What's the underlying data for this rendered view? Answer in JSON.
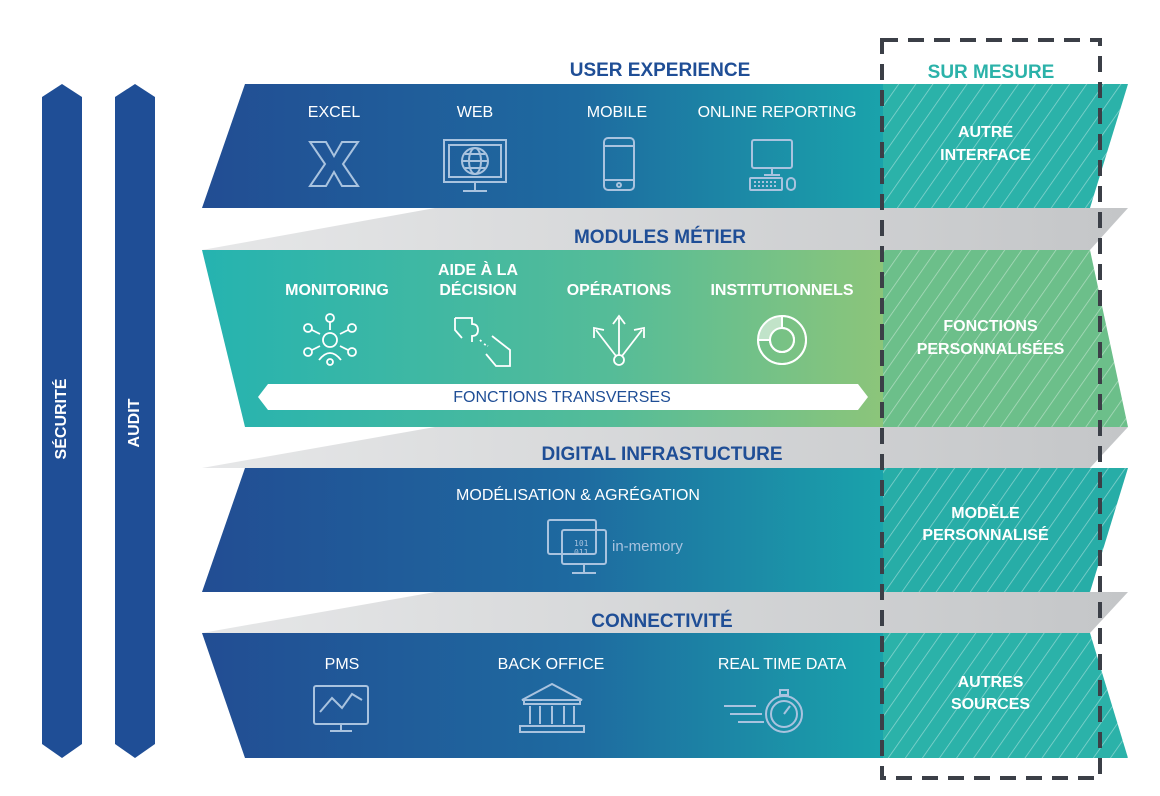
{
  "pillars": {
    "security": "SÉCURITÉ",
    "audit": "AUDIT"
  },
  "sur_mesure_title": "SUR MESURE",
  "layers": {
    "user_experience": {
      "title": "USER EXPERIENCE",
      "items": [
        "EXCEL",
        "WEB",
        "MOBILE",
        "ONLINE REPORTING"
      ],
      "custom": [
        "AUTRE",
        "INTERFACE"
      ]
    },
    "modules_metier": {
      "title": "MODULES MÉTIER",
      "items": [
        "MONITORING",
        "AIDE À LA",
        "DÉCISION",
        "OPÉRATIONS",
        "INSTITUTIONNELS"
      ],
      "transverse": "FONCTIONS TRANSVERSES",
      "custom": [
        "FONCTIONS",
        "PERSONNALISÉES"
      ]
    },
    "digital_infrastructure": {
      "title": "DIGITAL INFRASTUCTURE",
      "item": "MODÉLISATION & AGRÉGATION",
      "sub": "in-memory",
      "custom": [
        "MODÈLE",
        "PERSONNALISÉ"
      ]
    },
    "connectivite": {
      "title": "CONNECTIVITÉ",
      "items": [
        "PMS",
        "BACK OFFICE",
        "REAL TIME DATA"
      ],
      "custom": [
        "AUTRES",
        "SOURCES"
      ]
    }
  },
  "colors": {
    "navy": "#1f4e96",
    "blue_band_start": "#224d93",
    "blue_band_end": "#1aa3ab",
    "green_band_start": "#2bb7ad",
    "green_band_end": "#8cc57a",
    "custom_teal": "#2bb2a9",
    "gray_connector": "#cfd0d2",
    "dashed_border": "#3b3f47"
  },
  "icons": [
    "excel-icon",
    "globe-monitor-icon",
    "mobile-icon",
    "desktop-computer-icon",
    "network-person-icon",
    "hands-puzzle-icon",
    "arrows-split-icon",
    "donut-chart-icon",
    "server-monitor-icon",
    "line-chart-monitor-icon",
    "bank-building-icon",
    "stopwatch-icon"
  ]
}
